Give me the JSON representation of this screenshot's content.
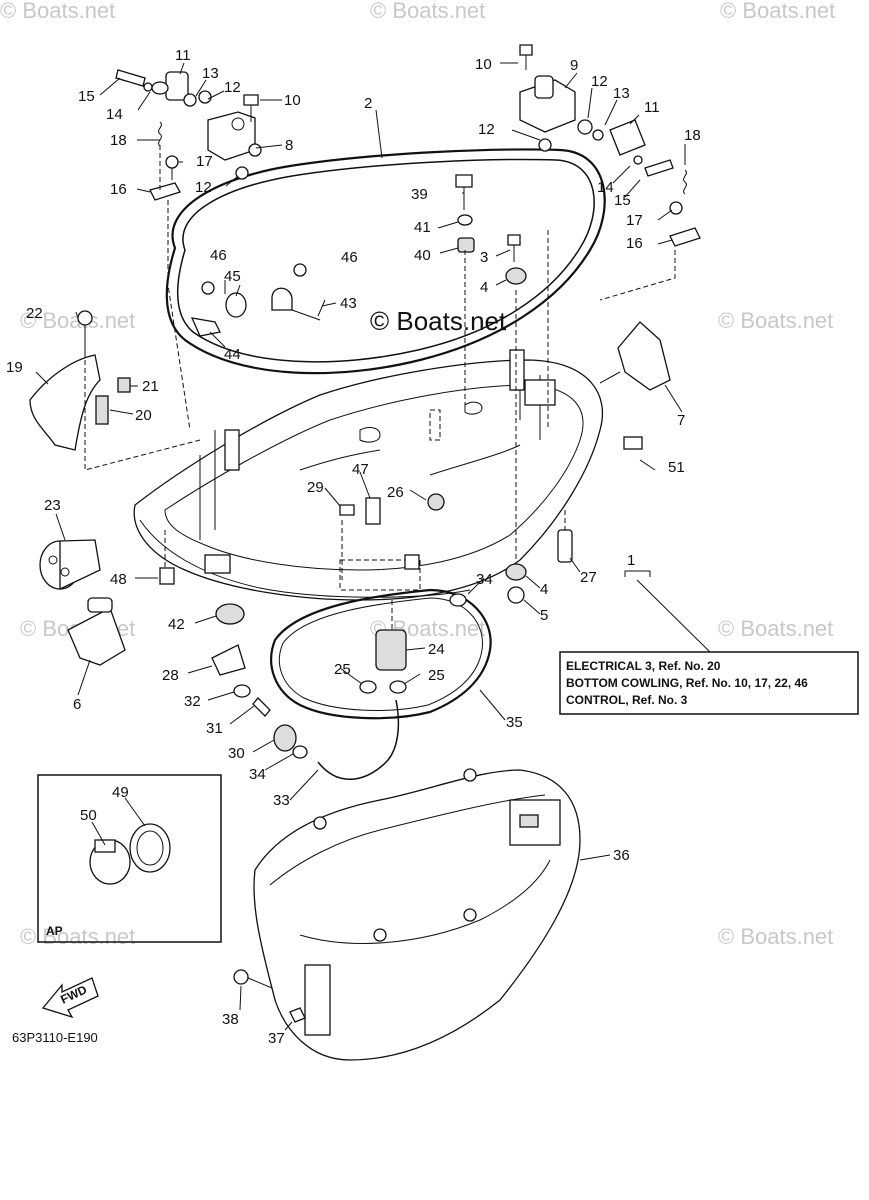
{
  "watermarks": {
    "corner": "© Boats.net",
    "main": "© Boats.net"
  },
  "part_labels": [
    "1",
    "2",
    "3",
    "4",
    "4",
    "5",
    "6",
    "7",
    "8",
    "9",
    "10",
    "10",
    "11",
    "11",
    "12",
    "12",
    "12",
    "12",
    "13",
    "13",
    "14",
    "14",
    "15",
    "15",
    "16",
    "16",
    "17",
    "17",
    "18",
    "18",
    "19",
    "20",
    "21",
    "22",
    "23",
    "24",
    "25",
    "25",
    "26",
    "27",
    "28",
    "29",
    "30",
    "31",
    "32",
    "33",
    "34",
    "34",
    "35",
    "36",
    "37",
    "38",
    "39",
    "40",
    "41",
    "42",
    "43",
    "44",
    "45",
    "46",
    "46",
    "47",
    "48",
    "49",
    "50",
    "51"
  ],
  "reference_box": {
    "lines": [
      "ELECTRICAL 3, Ref. No. 20",
      "BOTTOM COWLING, Ref. No. 10, 17, 22, 46",
      "CONTROL, Ref. No. 3"
    ]
  },
  "inset": {
    "label": "AP"
  },
  "fwd_arrow": {
    "label": "FWD"
  },
  "diagram_code": "63P3110-E190"
}
